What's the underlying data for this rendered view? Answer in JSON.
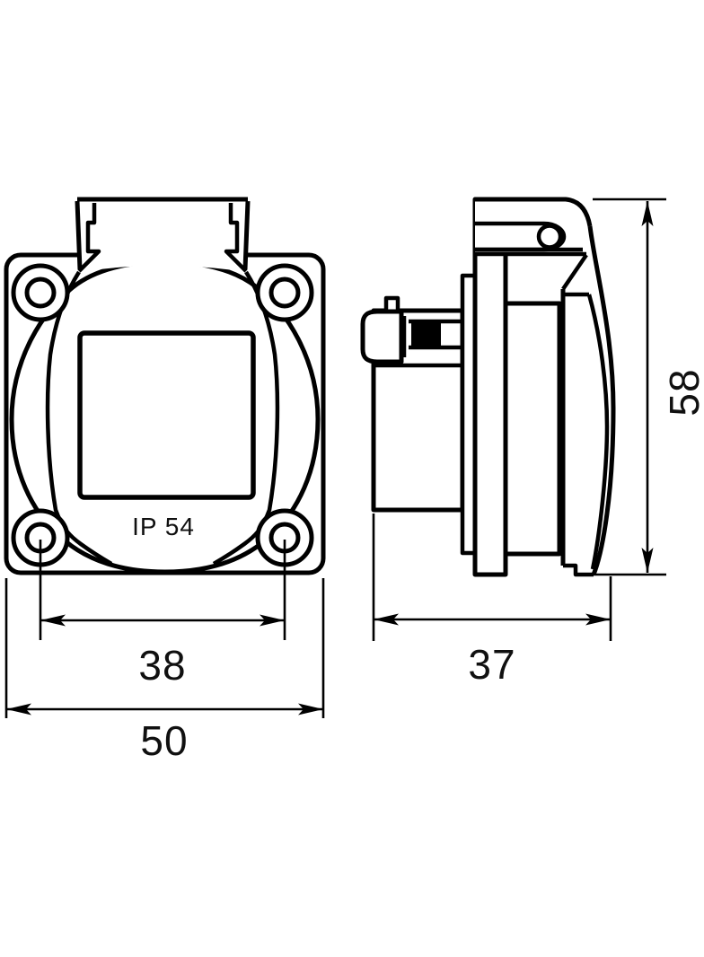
{
  "drawing": {
    "background_color": "#ffffff",
    "line_color": "#000000",
    "views": {
      "front": {
        "title": "front-view-of-panel-socket",
        "rating_label": "IP 54"
      },
      "side": {
        "title": "side-view-of-panel-socket"
      }
    },
    "dimensions": {
      "mount_hole_spacing": "38",
      "plate_width": "50",
      "depth": "37",
      "height": "58"
    }
  }
}
